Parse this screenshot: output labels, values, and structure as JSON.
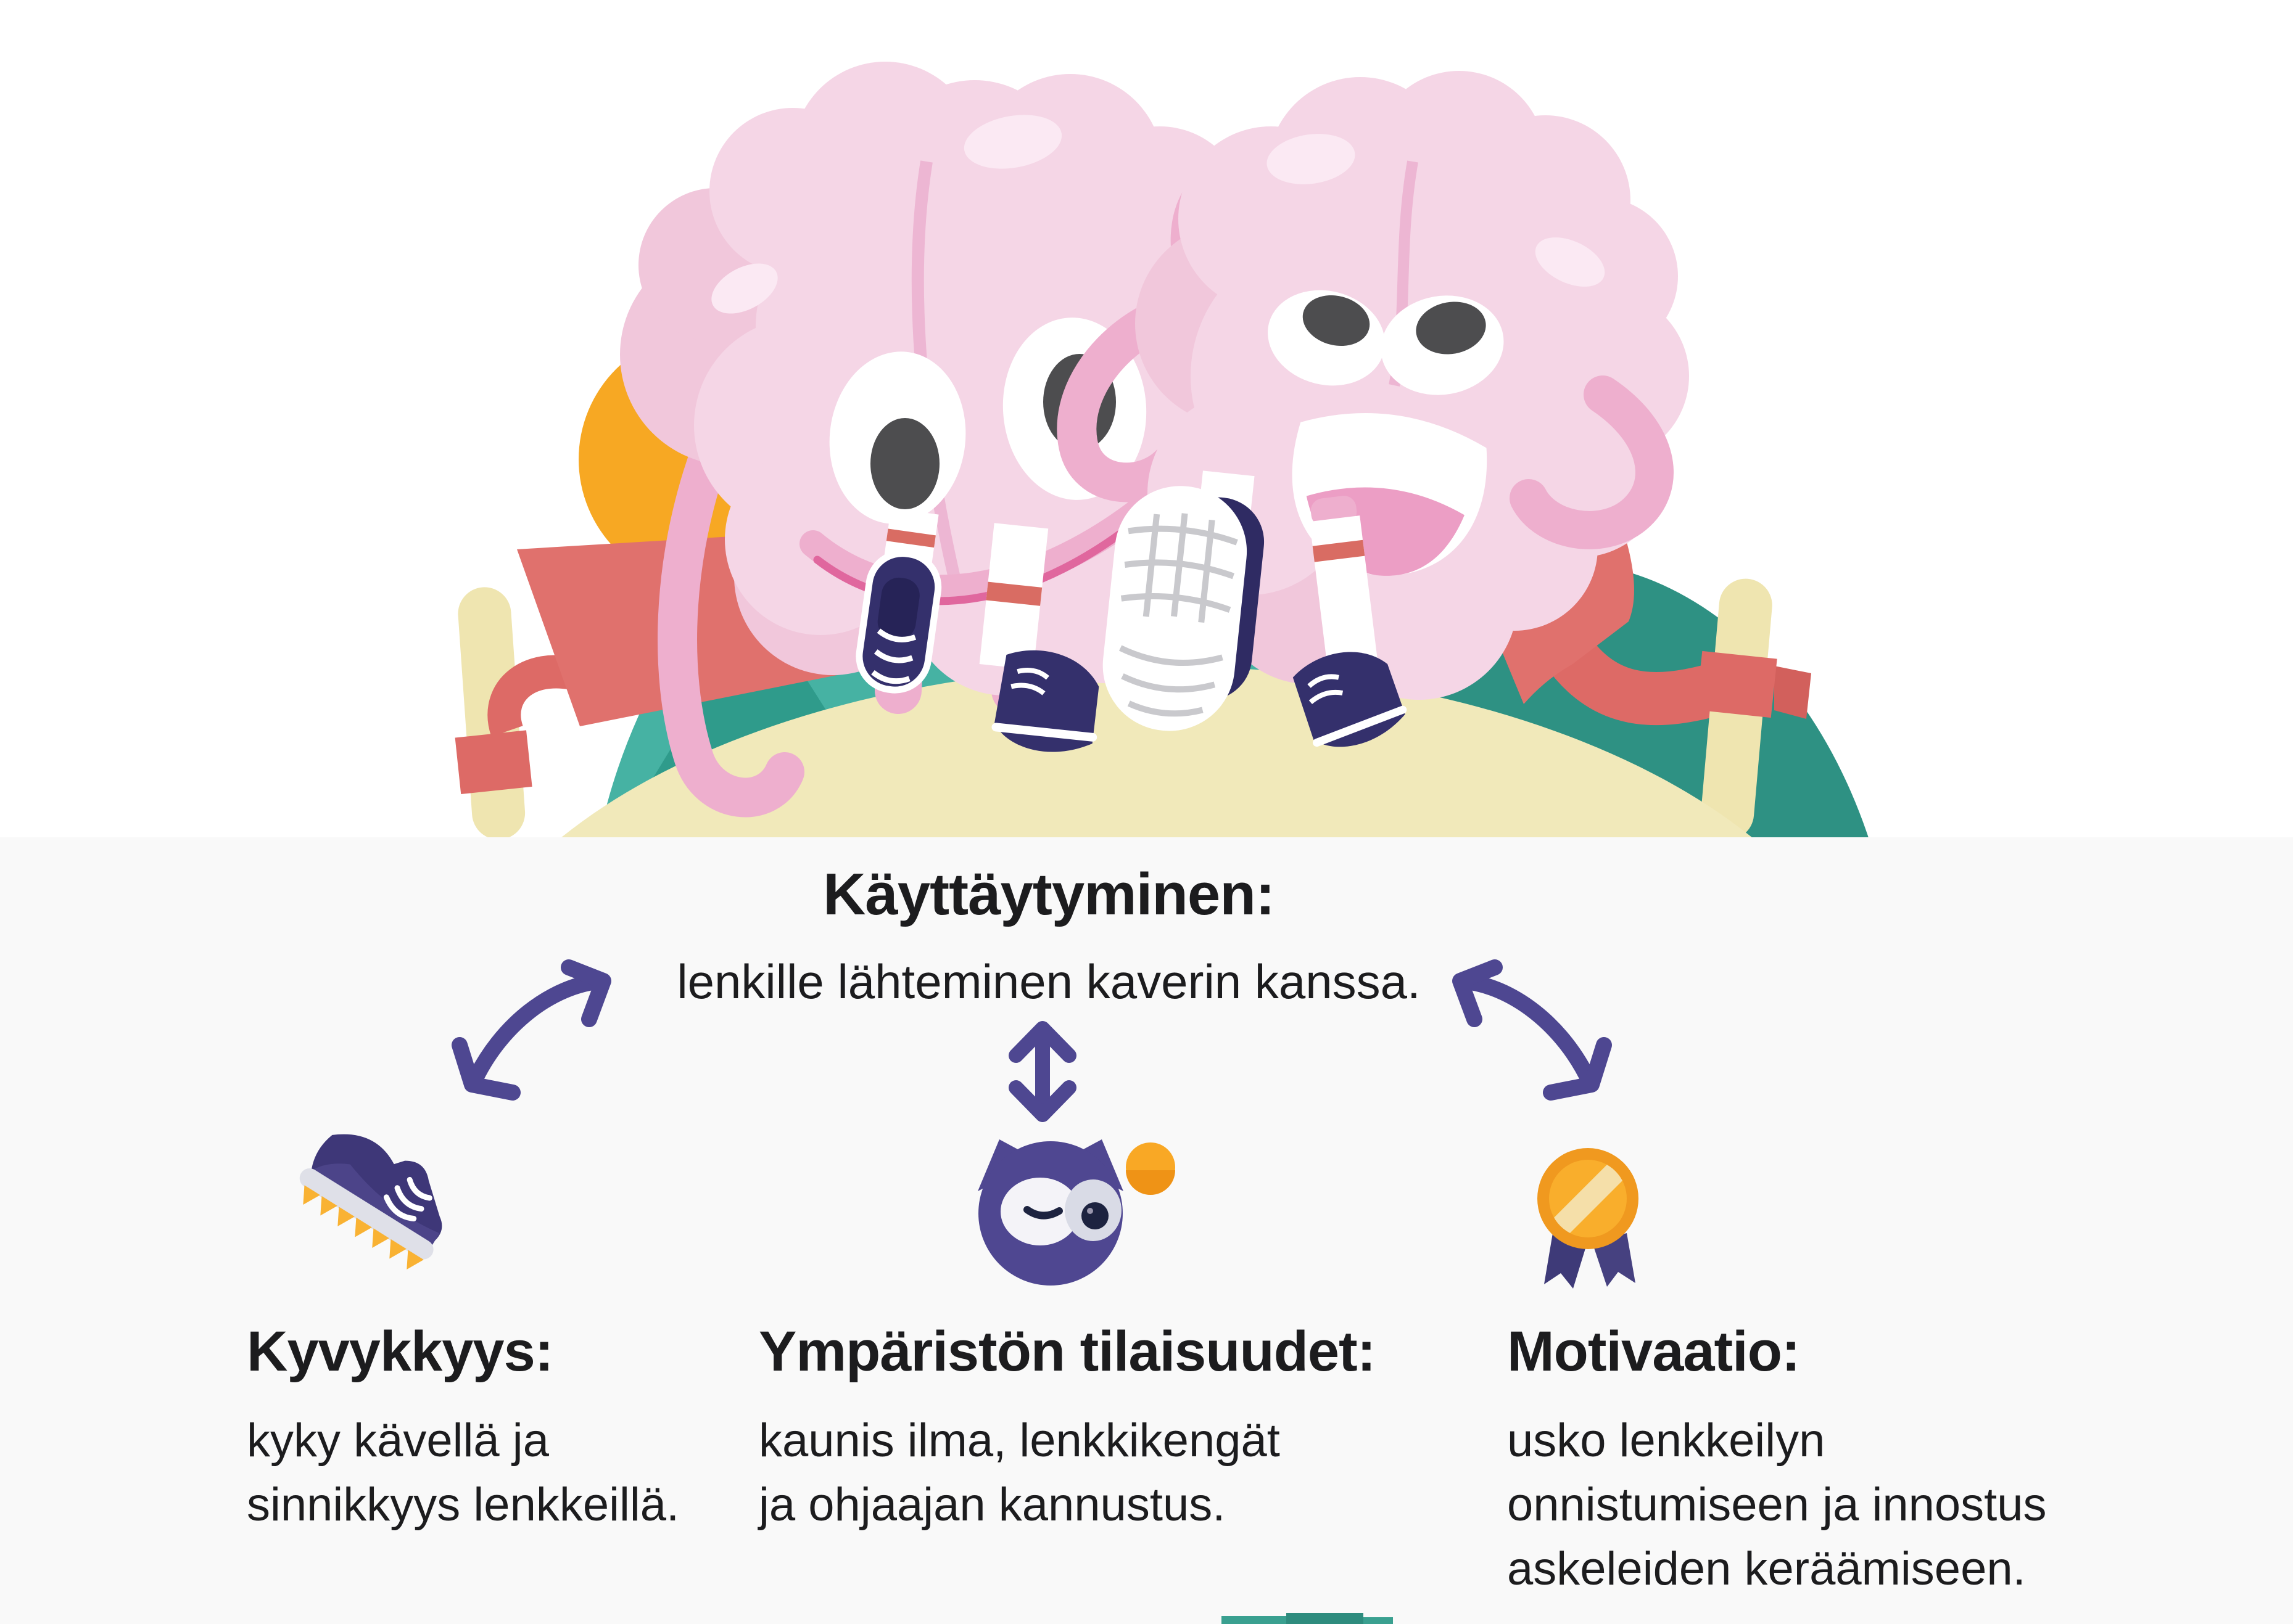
{
  "title_block": {
    "title": "Käyttäytyminen:",
    "subtitle": "lenkille lähteminen kaverin kanssa."
  },
  "sections": [
    {
      "id": "capability",
      "icon": "running-shoe-icon",
      "heading": "Kyvykkyys:",
      "lines": [
        "kyky kävellä ja",
        "sinnikkyys lenkkeillä."
      ]
    },
    {
      "id": "opportunity",
      "icon": "owl-icon",
      "heading": "Ympäristön tilaisuudet:",
      "lines": [
        "kaunis ilma, lenkkikengät",
        "ja ohjaajan kannustus."
      ]
    },
    {
      "id": "motivation",
      "icon": "medal-icon",
      "heading": "Motivaatio:",
      "lines": [
        "usko lenkkeilyn",
        "onnistumiseen ja innostus",
        "askeleiden keräämiseen."
      ]
    }
  ],
  "arrows": [
    "curved-double-arrow-left",
    "vertical-double-arrow",
    "curved-double-arrow-right"
  ],
  "illustration_alt": "Two happy cartoon brain characters sitting on green hills behind a race finish line with a red ribbon tied to two posts, an orange sun, dangling legs with striped socks and navy sneakers, one big sneaker sole facing the viewer.",
  "colors": {
    "text": "#1c1c1e",
    "panel_background": "#f9f9f9",
    "arrow_purple": "#4e4791",
    "teal_light": "#46b2a3",
    "teal_dark": "#2e9183",
    "cream_path": "#f1e9ba",
    "ribbon_red": "#e0716d",
    "sun_orange": "#f7a823",
    "brain_pink": "#f5d6e6",
    "brain_limb_pink": "#eeafce",
    "smile_pink": "#e0679e",
    "navy_shoe": "#34306c",
    "owl_purple": "#4f4791",
    "medal_gold": "#f9ae2c",
    "spike_orange": "#f9b233"
  }
}
